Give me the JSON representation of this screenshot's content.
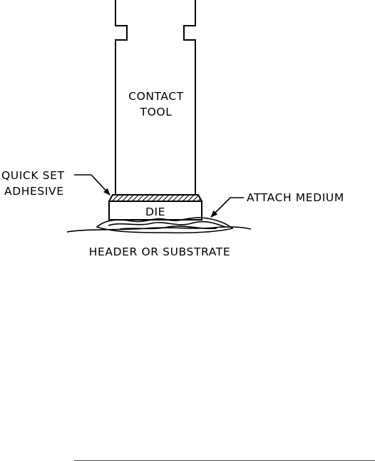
{
  "labels": {
    "contact_tool_line1": "CONTACT",
    "contact_tool_line2": "TOOL",
    "quick_set_line1": "QUICK SET",
    "quick_set_line2": "ADHESIVE",
    "attach_medium": "ATTACH MEDIUM",
    "die": "DIE",
    "substrate": "HEADER OR SUBSTRATE"
  }
}
